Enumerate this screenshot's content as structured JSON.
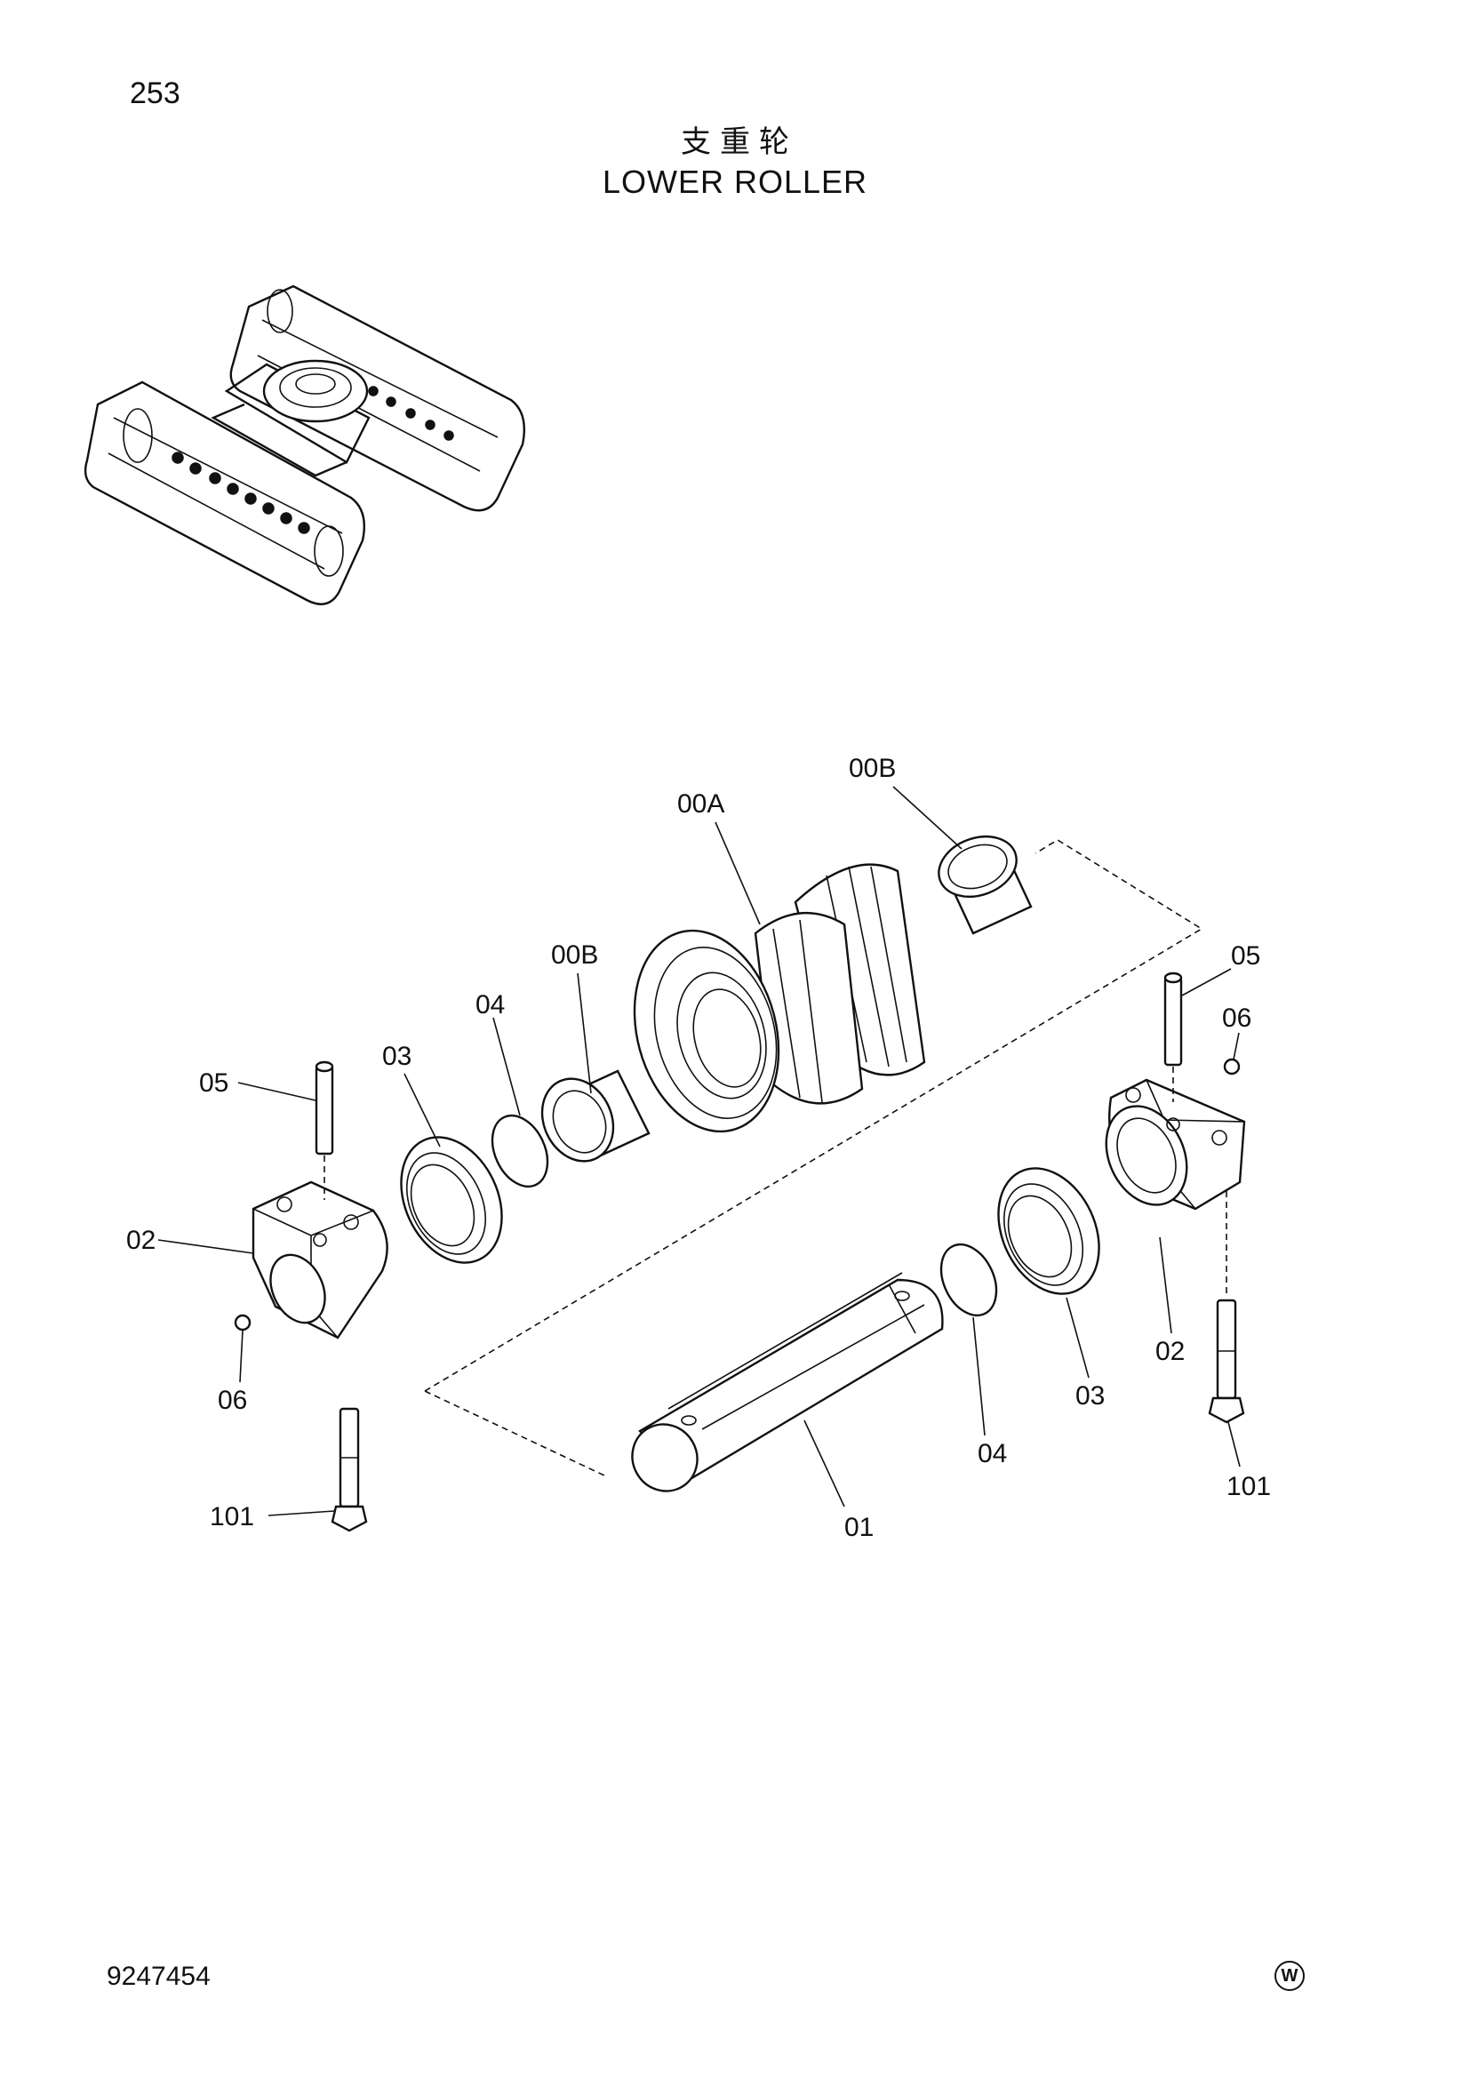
{
  "page_number": "253",
  "title_cn": "支重轮",
  "title_en": "LOWER ROLLER",
  "footer": {
    "code": "9247454",
    "mark": "W"
  },
  "callouts": {
    "c00b_top": "00B",
    "c00a": "00A",
    "c00b_left": "00B",
    "c04_left": "04",
    "c05_right": "05",
    "c06_right": "06",
    "c03_left": "03",
    "c05_left": "05",
    "c02_left": "02",
    "c06_left": "06",
    "c02_right": "02",
    "c03_right": "03",
    "c101_right": "101",
    "c04_right": "04",
    "c101_left": "101",
    "c01": "01"
  }
}
